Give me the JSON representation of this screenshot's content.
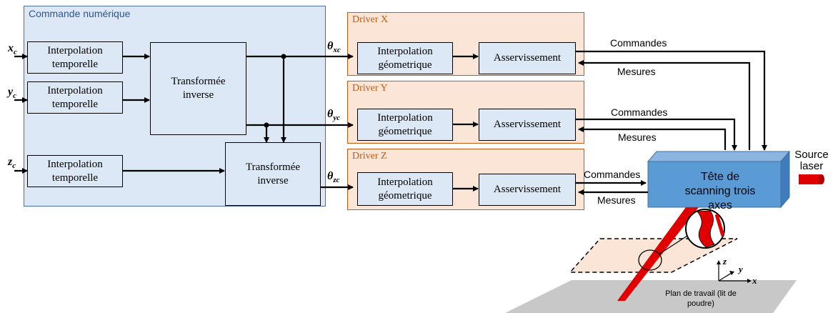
{
  "cnc": {
    "title": "Commande numérique",
    "interp_label": "Interpolation temporelle",
    "transform_label": "Transformée inverse",
    "inputs": {
      "x": {
        "base": "x",
        "sub": "c"
      },
      "y": {
        "base": "y",
        "sub": "c"
      },
      "z": {
        "base": "z",
        "sub": "c"
      }
    }
  },
  "drivers": {
    "x": {
      "title": "Driver X",
      "theta": {
        "base": "θ",
        "sub": "xc"
      }
    },
    "y": {
      "title": "Driver Y",
      "theta": {
        "base": "θ",
        "sub": "yc"
      }
    },
    "z": {
      "title": "Driver Z",
      "theta": {
        "base": "θ",
        "sub": "zc"
      }
    },
    "interp_label": "Interpolation géometrique",
    "servo_label": "Asservissement"
  },
  "signals": {
    "commands": "Commandes",
    "measures": "Mesures"
  },
  "head": {
    "label": "Tête de scanning trois axes"
  },
  "laser": {
    "label": "Source laser"
  },
  "workplane": {
    "label": "Plan de travail (lit de poudre)"
  },
  "axes": {
    "x": "x",
    "y": "y",
    "z": "z"
  },
  "colors": {
    "cnc_bg": "#dce8f5",
    "cnc_border": "#4a6fa5",
    "cnc_title": "#2f5496",
    "driver_bg": "#fbe5d6",
    "driver_border": "#c55a11",
    "driver_title": "#c55a11",
    "head": "#5b9bd5",
    "laser": "#e00000",
    "plane": "#c8c8c8",
    "zone": "#fbe5d6"
  }
}
